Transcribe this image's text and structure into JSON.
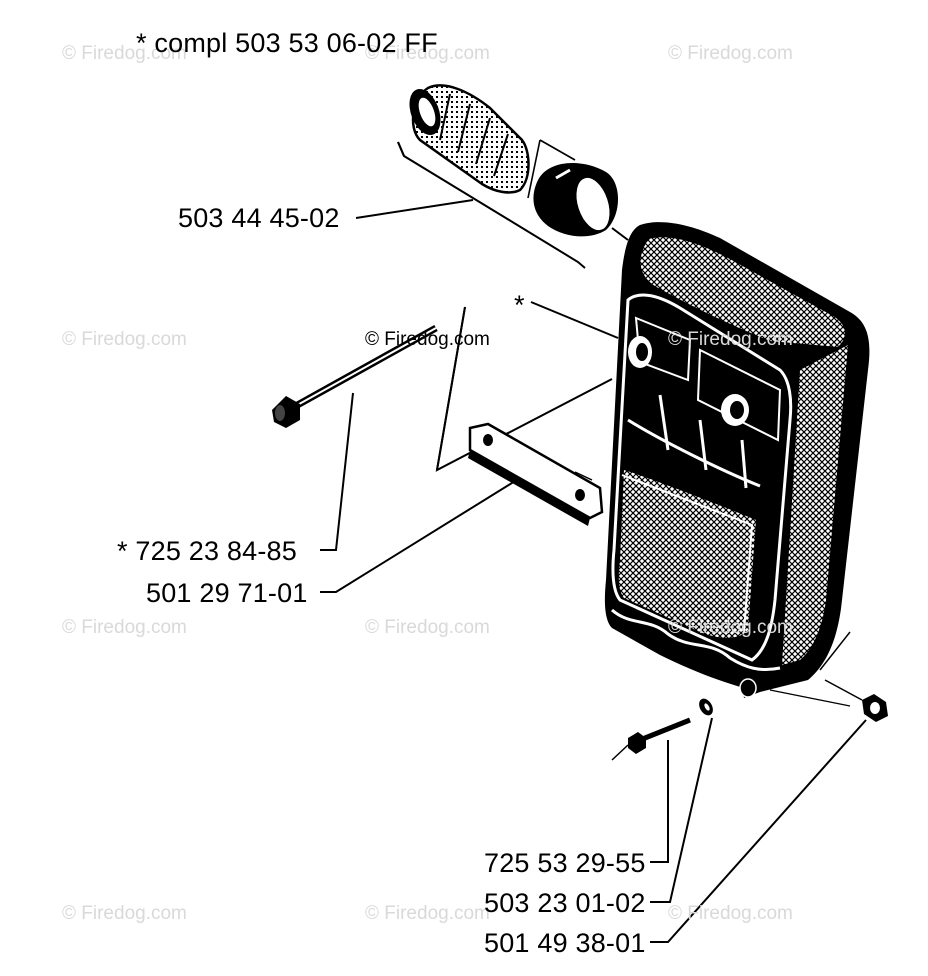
{
  "header_note": "*  compl 503 53 06-02 FF",
  "watermark": "© Firedog.com",
  "parts": [
    {
      "id": "p1",
      "label": "503 44 45-02"
    },
    {
      "id": "p2",
      "label": "*"
    },
    {
      "id": "p3",
      "label": "*  725 23 84-85"
    },
    {
      "id": "p4",
      "label": "501 29 71-01"
    },
    {
      "id": "p5",
      "label": "725 53 29-55"
    },
    {
      "id": "p6",
      "label": "503 23 01-02"
    },
    {
      "id": "p7",
      "label": "501 49 38-01"
    }
  ]
}
